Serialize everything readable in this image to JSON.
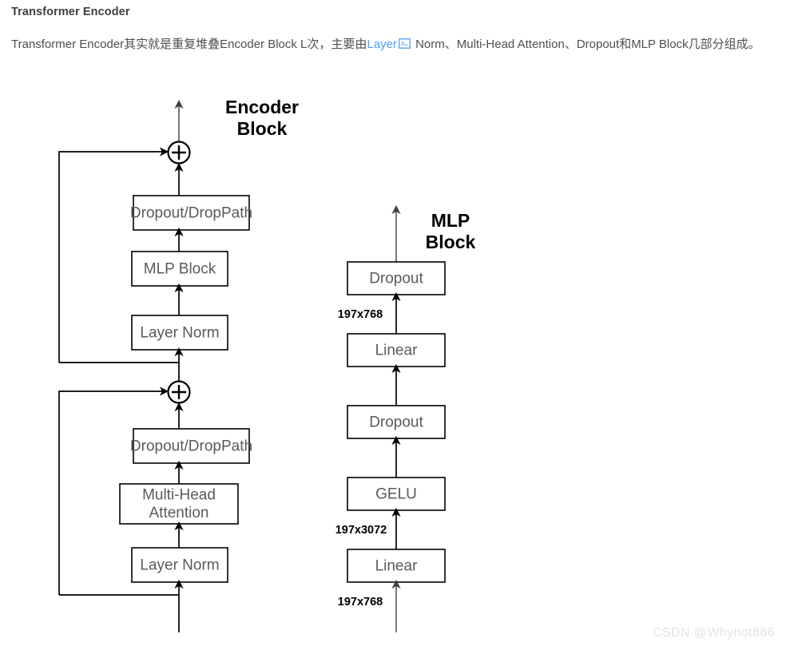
{
  "article": {
    "title": "Transformer Encoder",
    "paragraph_part1": "Transformer Encoder其实就是重复堆叠Encoder Block L次，主要由",
    "paragraph_link": "Layer",
    "paragraph_icon": "broken-image-icon",
    "paragraph_part2": " Norm、Multi-Head Attention、Dropout和MLP Block几部分组成。",
    "link_color": "#4ea1f3"
  },
  "encoder_block": {
    "title_line1": "Encoder",
    "title_line2": "Block",
    "boxes": [
      {
        "label": "Dropout/DropPath",
        "name": "encoder-dropout-droppath-upper"
      },
      {
        "label": "MLP Block",
        "name": "encoder-mlp-block"
      },
      {
        "label": "Layer Norm",
        "name": "encoder-layer-norm-upper"
      },
      {
        "label": "Dropout/DropPath",
        "name": "encoder-dropout-droppath-lower"
      },
      {
        "label": "Multi-Head\nAttention",
        "name": "encoder-multi-head-attention"
      },
      {
        "label": "Layer Norm",
        "name": "encoder-layer-norm-lower"
      }
    ],
    "mha_label_line1": "Multi-Head",
    "mha_label_line2": "Attention",
    "residual_add_symbol": "+"
  },
  "mlp_block": {
    "title_line1": "MLP",
    "title_line2": "Block",
    "boxes": [
      {
        "label": "Dropout",
        "name": "mlp-dropout-upper"
      },
      {
        "label": "Linear",
        "name": "mlp-linear-upper"
      },
      {
        "label": "Dropout",
        "name": "mlp-dropout-lower"
      },
      {
        "label": "GELU",
        "name": "mlp-gelu"
      },
      {
        "label": "Linear",
        "name": "mlp-linear-lower"
      }
    ],
    "dim_labels": [
      {
        "text": "197x768",
        "name": "dim-label-out-768"
      },
      {
        "text": "197x3072",
        "name": "dim-label-3072"
      },
      {
        "text": "197x768",
        "name": "dim-label-in-768"
      }
    ]
  },
  "watermark": {
    "text": "CSDN @Whynot886"
  }
}
